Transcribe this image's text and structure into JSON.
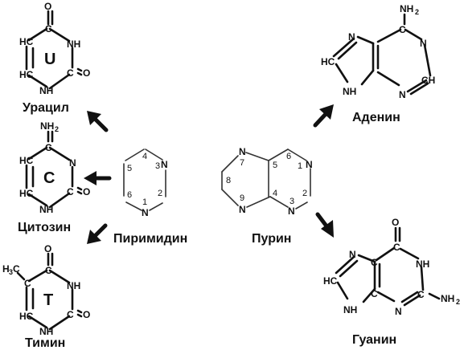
{
  "labels": {
    "uracil": "Урацил",
    "cytosine": "Цитозин",
    "thymine": "Тимин",
    "pyrimidine": "Пиримидин",
    "purine": "Пурин",
    "adenine": "Аденин",
    "guanine": "Гуанин"
  },
  "ring_letters": {
    "uracil": "U",
    "cytosine": "C",
    "thymine": "T"
  },
  "atoms": {
    "O": "O",
    "C": "C",
    "N": "N",
    "H": "H",
    "HC": "HC",
    "NH": "NH",
    "CH": "CH",
    "CH3": "CH",
    "sub3": "3",
    "NH2": "NH",
    "sub2": "2",
    "H3C_H": "H",
    "H3C_C": "C"
  },
  "pyrimidine_numbers": [
    "1",
    "2",
    "3",
    "4",
    "5",
    "6"
  ],
  "purine_numbers": [
    "1",
    "2",
    "3",
    "4",
    "5",
    "6",
    "7",
    "8",
    "9"
  ]
}
